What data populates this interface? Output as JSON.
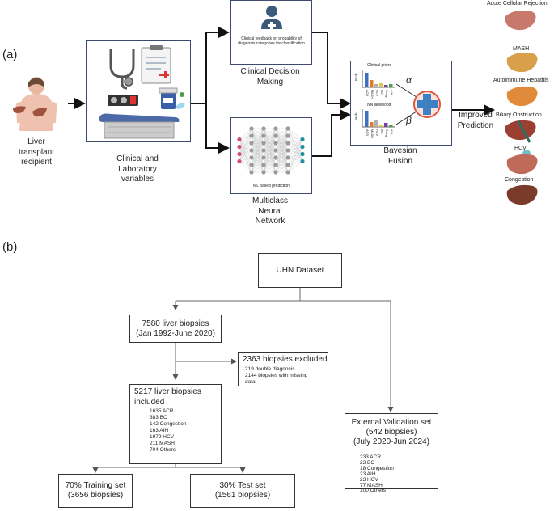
{
  "panel_a": {
    "label": "(a)",
    "recipient_label": "Liver transplant recipient",
    "clinical_label": "Clinical and Laboratory variables",
    "feedback_text": "Clinical feedback on probability of diagnosis categories for classification",
    "decision_label": "Clinical Decision Making",
    "ml_text": "ML based prediction",
    "nn_label": "Multiclass Neural Network",
    "priors_title": "Clinical priors",
    "likelihood_title": "NN likelihood",
    "prob_axis": "Prob",
    "chart_categories": [
      "ACR",
      "MASH",
      "HCV",
      "BO",
      "Cong.",
      "AIH"
    ],
    "alpha": "α",
    "beta": "β",
    "fusion_label": "Bayesian Fusion",
    "improved_label": "Improved Prediction",
    "outcomes": [
      "Acute Cellular Rejection",
      "MASH",
      "Autoimmune Hepatitis",
      "Biliary Obstruction",
      "HCV",
      "Congestion"
    ]
  },
  "panel_b": {
    "label": "(b)",
    "dataset": "UHN Dataset",
    "biopsies_title": "7580 liver biopsies",
    "biopsies_dates": "(Jan 1992-June 2020)",
    "excluded_title": "2363 biopsies excluded",
    "excluded_items": [
      "219 double diagnosis",
      "2144 biopsies with missing data"
    ],
    "included_title": "5217 liver biopsies included",
    "included_items": [
      "1635 ACR",
      "383 BO",
      "142 Congestion",
      "163 AIH",
      "1979 HCV",
      "211 MASH",
      "704 Others"
    ],
    "external_title": "External Validation set",
    "external_count": "(542 biopsies)",
    "external_dates": "(July 2020-Jun 2024)",
    "external_items": [
      "233 ACR",
      "23 BO",
      "18 Congestion",
      "23 AIH",
      "23 HCV",
      "77 MASH",
      "100 Others"
    ],
    "training_title": "70% Training set",
    "training_count": "(3656 biopsies)",
    "test_title": "30% Test set",
    "test_count": "(1561 biopsies)"
  },
  "colors": {
    "arrow": "#111111",
    "panel_border": "#3c4a6e",
    "liver": "#a0523d",
    "plus_circle": "#e0533f",
    "plus_fill": "#3f7fc4"
  }
}
